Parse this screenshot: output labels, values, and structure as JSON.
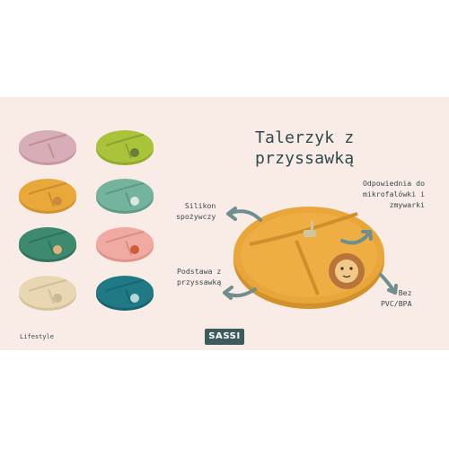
{
  "title_lines": [
    "Talerzyk z",
    "przyssawką"
  ],
  "features": {
    "silicone": [
      "Silikon",
      "spożywczy"
    ],
    "microwave": [
      "Odpowiednia do",
      "mikrofalówki i",
      "zmywarki"
    ],
    "base": [
      "Podstawa z",
      "przyssawką"
    ],
    "bpa": [
      "Bez",
      "PVC/BPA"
    ]
  },
  "footer": {
    "lifestyle": "Lifestyle",
    "logo": "SASSI"
  },
  "colors": {
    "background": "#f9ebe6",
    "text": "#2f4a4c",
    "arrow": "#6f8f8e",
    "plates": [
      "#d7aeb8",
      "#a9c33a",
      "#e8a83a",
      "#74b39d",
      "#3e8a70",
      "#f0aaa2",
      "#e8d7b2",
      "#1f7a86"
    ],
    "main_plate": "#e9a73b"
  },
  "icons": [
    "plate-icon",
    "lion-icon",
    "giraffe-icon",
    "arrow-icon"
  ]
}
